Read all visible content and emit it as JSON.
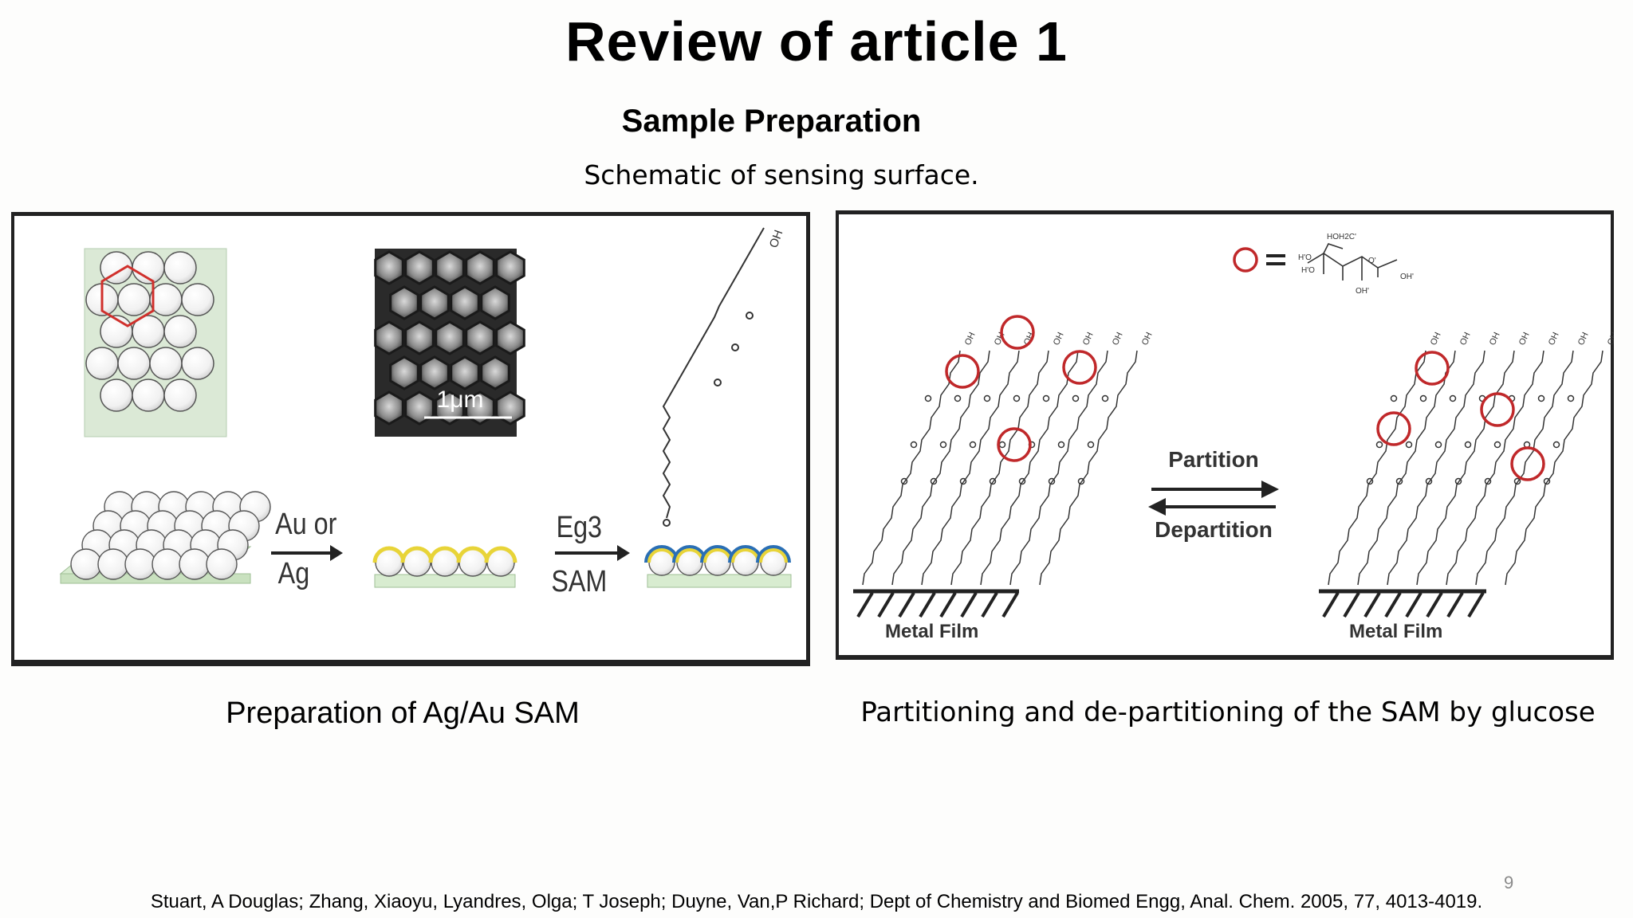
{
  "slide": {
    "title": "Review of article 1",
    "subtitle": "Sample Preparation",
    "caption_top": "Schematic of sensing surface.",
    "caption_left": "Preparation of Ag/Au SAM",
    "caption_right": "Partitioning and de-partitioning of the SAM by glucose",
    "citation": "Stuart, A Douglas; Zhang, Xiaoyu, Lyandres, Olga; T Joseph; Duyne, Van,P Richard; Dept of Chemistry and Biomed Engg, Anal. Chem. 2005, 77, 4013-4019.",
    "page_number": "9"
  },
  "figure_left": {
    "scale_bar_label": "1μm",
    "step1_label_line1": "Au or",
    "step1_label_line2": "Ag",
    "step2_label_line1": "Eg3",
    "step2_label_line2": "SAM",
    "chain_end_label": "OH"
  },
  "figure_right": {
    "partition_label": "Partition",
    "departition_label": "Departition",
    "metal_film_left": "Metal Film",
    "metal_film_right": "Metal Film",
    "chain_end_label": "OH",
    "glucose_structure_labels": [
      "HOH2C'",
      "H'O",
      "H'O",
      "O'",
      "OH'",
      "OH'"
    ],
    "colors": {
      "glucose_circle": "#c0282a"
    }
  },
  "colors": {
    "gold_layer": "#e8d438",
    "sam_layer": "#2a6fb5",
    "substrate": "#d8ecd0",
    "hexagon": "#d0302c"
  }
}
